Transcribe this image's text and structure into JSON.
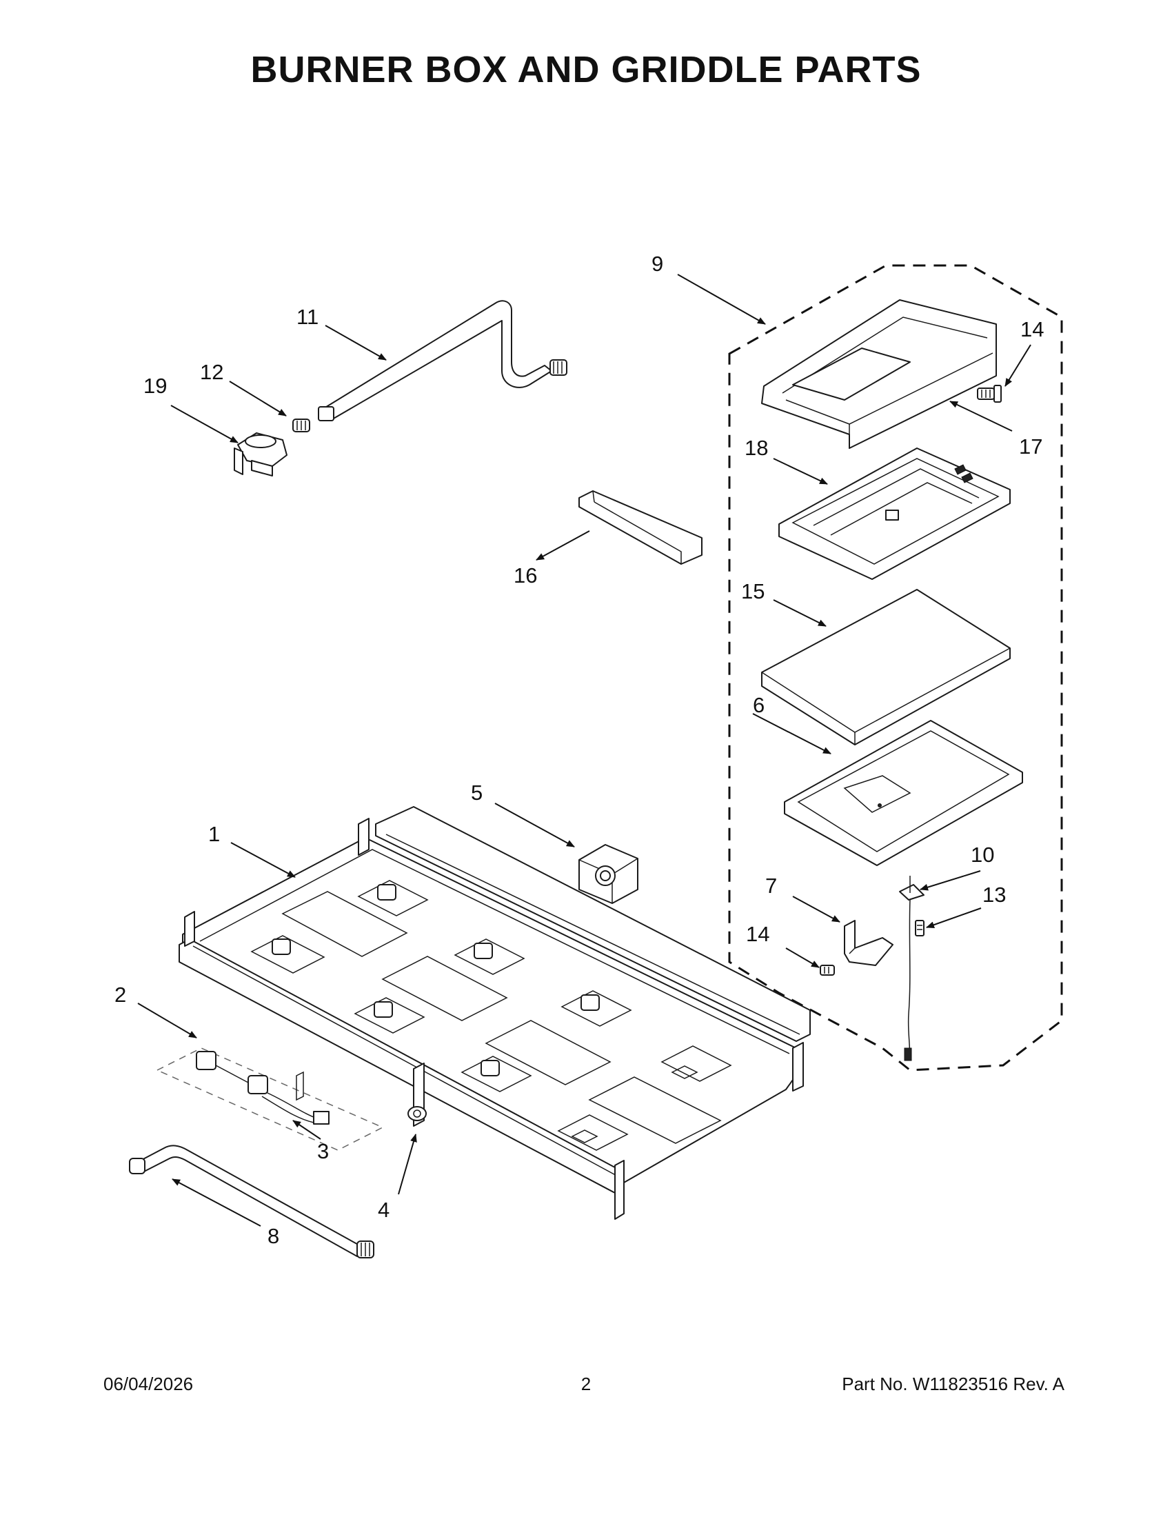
{
  "title": "BURNER BOX AND GRIDDLE PARTS",
  "footer": {
    "date": "06/04/2026",
    "page": "2",
    "part_no": "Part No.  W11823516  Rev.  A"
  },
  "callouts": {
    "c1": "1",
    "c2": "2",
    "c3": "3",
    "c4": "4",
    "c5": "5",
    "c6": "6",
    "c7": "7",
    "c8": "8",
    "c9": "9",
    "c10": "10",
    "c11": "11",
    "c12": "12",
    "c13": "13",
    "c14a": "14",
    "c14b": "14",
    "c15": "15",
    "c16": "16",
    "c17": "17",
    "c18": "18",
    "c19": "19"
  }
}
